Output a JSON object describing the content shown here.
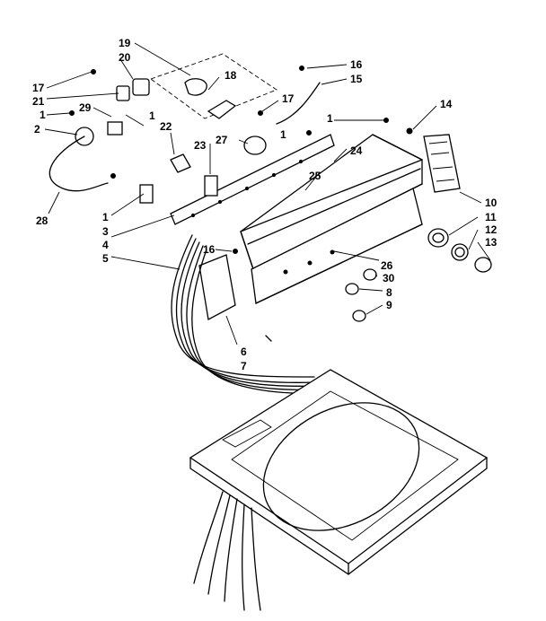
{
  "labels": {
    "l1a": "1",
    "l1b": "1",
    "l1c": "1",
    "l1d": "1",
    "l1e": "1",
    "l2": "2",
    "l3": "3",
    "l4": "4",
    "l5": "5",
    "l6": "6",
    "l7": "7",
    "l8": "8",
    "l9": "9",
    "l10": "10",
    "l11": "11",
    "l12": "12",
    "l13": "13",
    "l14": "14",
    "l15": "15",
    "l16a": "16",
    "l16b": "16",
    "l17a": "17",
    "l17b": "17",
    "l18": "18",
    "l19": "19",
    "l20": "20",
    "l21": "21",
    "l22": "22",
    "l23": "23",
    "l24": "24",
    "l25": "25",
    "l26": "26",
    "l27": "27",
    "l28": "28",
    "l29": "29",
    "l30": "30"
  }
}
